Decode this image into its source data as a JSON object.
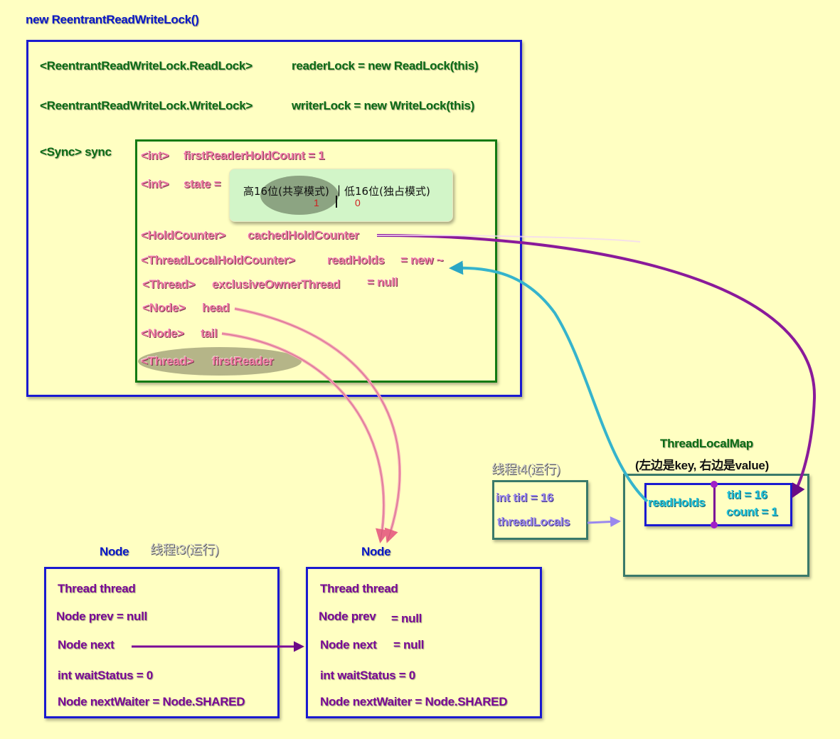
{
  "title": "new ReentrantReadWriteLock()",
  "rwl": {
    "reader_type": "<ReentrantReadWriteLock.ReadLock>",
    "reader_assign": "readerLock = new ReadLock(this)",
    "writer_type": "<ReentrantReadWriteLock.WriteLock>",
    "writer_assign": "writerLock = new WriteLock(this)",
    "sync_label": "<Sync> sync"
  },
  "sync": {
    "first_reader_hold_type": "<int>",
    "first_reader_hold": "firstReaderHoldCount = 1",
    "state_type": "<int>",
    "state_name": "state =",
    "state_box": {
      "high_label": "高16位(共享模式)",
      "sep": "|",
      "low_label": "低16位(独占模式)",
      "high_value": "1",
      "low_value": "0"
    },
    "cached_type": "<HoldCounter>",
    "cached_name": "cachedHoldCounter",
    "read_holds_type": "<ThreadLocalHoldCounter>",
    "read_holds_name": "readHolds",
    "read_holds_value": "= new ~",
    "owner_type": "<Thread>",
    "owner_name": "exclusiveOwnerThread",
    "owner_value": "= null",
    "head_type": "<Node>",
    "head_name": "head",
    "tail_type": "<Node>",
    "tail_name": "tail",
    "first_reader_type": "<Thread>",
    "first_reader_name": "firstReader"
  },
  "node_left": {
    "title": "Node",
    "thread_label": "线程t3(运行)",
    "fields": [
      "Thread thread",
      "Node prev = null",
      "Node next",
      "int waitStatus = 0",
      "Node nextWaiter = Node.SHARED"
    ]
  },
  "node_right": {
    "title": "Node",
    "f_thread": "Thread thread",
    "f_prev": "Node prev",
    "f_prev_val": "= null",
    "f_next": "Node next",
    "f_next_val": "= null",
    "f_wait": "int waitStatus = 0",
    "f_waiter": "Node nextWaiter = Node.SHARED"
  },
  "thread_t4": {
    "label": "线程t4(运行)",
    "tid": "int tid = 16",
    "thread_locals": "threadLocals"
  },
  "tlmap": {
    "title": "ThreadLocalMap",
    "subtitle": "(左边是key, 右边是value)",
    "key": "readHolds",
    "value_tid": "tid = 16",
    "value_count": "count = 1"
  },
  "colors": {
    "background": "#ffffc2",
    "blue": "#1a1ad0",
    "green": "#137a13",
    "pink": "#f07aa0",
    "purple": "#7a0a96",
    "cyan": "#21c1d8"
  }
}
